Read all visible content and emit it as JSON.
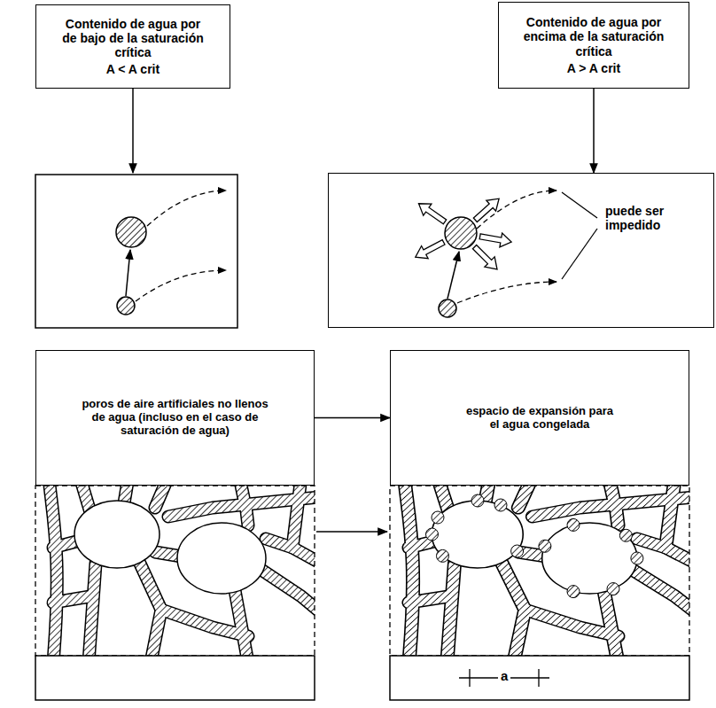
{
  "diagram": {
    "nodes": [
      {
        "text": [
          "Contenido de agua por de bajo de la saturación crítica",
          "A < A crit"
        ]
      },
      {
        "text": [
          "Contenido de agua por encima de la saturación crítica",
          "A > A crit"
        ]
      },
      {
        "text": [
          "puede ser impedido"
        ]
      },
      {
        "text": [
          "poros de aire artificiales no llenos de agua (incluso en el caso de saturación de agua)"
        ]
      },
      {
        "text": [
          "espacio de expansión para el agua congelada"
        ]
      }
    ],
    "edges": [
      {
        "from": 1,
        "to": 2,
        "arrow": "to"
      },
      {
        "from": 3,
        "to": 4,
        "arrow": "to"
      }
    ],
    "labels": [
      "a"
    ]
  }
}
